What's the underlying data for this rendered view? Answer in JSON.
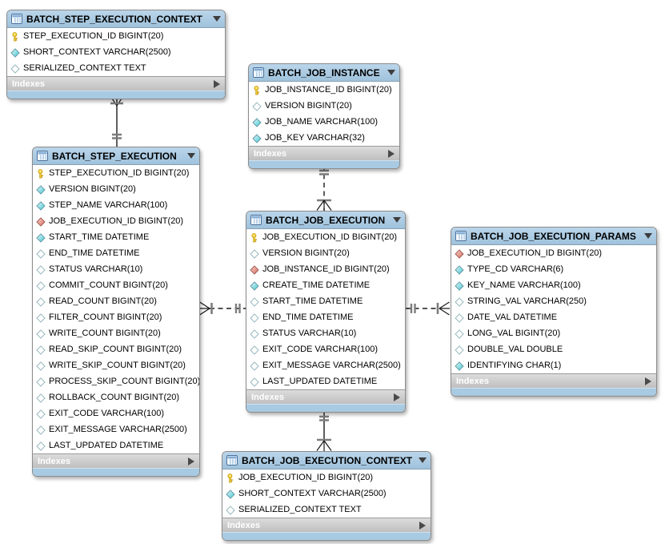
{
  "indexes_label": "Indexes",
  "colors": {
    "header_blue": "#a9c8e0",
    "footer_gray": "#c9c9c9",
    "bottom_strip_blue": "#a8cae2",
    "pk_icon_yellow": "#ffd53e",
    "fk_icon_red": "#d8695c",
    "notnull_icon_cyan": "#45c4d4"
  },
  "tables": [
    {
      "title": "BATCH_STEP_EXECUTION_CONTEXT",
      "fields": [
        {
          "icon": "pk",
          "name": "STEP_EXECUTION_ID",
          "type": "BIGINT(20)"
        },
        {
          "icon": "notnull",
          "name": "SHORT_CONTEXT",
          "type": "VARCHAR(2500)"
        },
        {
          "icon": "nullable",
          "name": "SERIALIZED_CONTEXT",
          "type": "TEXT"
        }
      ]
    },
    {
      "title": "BATCH_JOB_INSTANCE",
      "fields": [
        {
          "icon": "pk",
          "name": "JOB_INSTANCE_ID",
          "type": "BIGINT(20)"
        },
        {
          "icon": "nullable",
          "name": "VERSION",
          "type": "BIGINT(20)"
        },
        {
          "icon": "notnull",
          "name": "JOB_NAME",
          "type": "VARCHAR(100)"
        },
        {
          "icon": "notnull",
          "name": "JOB_KEY",
          "type": "VARCHAR(32)"
        }
      ]
    },
    {
      "title": "BATCH_STEP_EXECUTION",
      "fields": [
        {
          "icon": "pk",
          "name": "STEP_EXECUTION_ID",
          "type": "BIGINT(20)"
        },
        {
          "icon": "notnull",
          "name": "VERSION",
          "type": "BIGINT(20)"
        },
        {
          "icon": "notnull",
          "name": "STEP_NAME",
          "type": "VARCHAR(100)"
        },
        {
          "icon": "fk",
          "name": "JOB_EXECUTION_ID",
          "type": "BIGINT(20)"
        },
        {
          "icon": "notnull",
          "name": "START_TIME",
          "type": "DATETIME"
        },
        {
          "icon": "nullable",
          "name": "END_TIME",
          "type": "DATETIME"
        },
        {
          "icon": "nullable",
          "name": "STATUS",
          "type": "VARCHAR(10)"
        },
        {
          "icon": "nullable",
          "name": "COMMIT_COUNT",
          "type": "BIGINT(20)"
        },
        {
          "icon": "nullable",
          "name": "READ_COUNT",
          "type": "BIGINT(20)"
        },
        {
          "icon": "nullable",
          "name": "FILTER_COUNT",
          "type": "BIGINT(20)"
        },
        {
          "icon": "nullable",
          "name": "WRITE_COUNT",
          "type": "BIGINT(20)"
        },
        {
          "icon": "nullable",
          "name": "READ_SKIP_COUNT",
          "type": "BIGINT(20)"
        },
        {
          "icon": "nullable",
          "name": "WRITE_SKIP_COUNT",
          "type": "BIGINT(20)"
        },
        {
          "icon": "nullable",
          "name": "PROCESS_SKIP_COUNT",
          "type": "BIGINT(20)"
        },
        {
          "icon": "nullable",
          "name": "ROLLBACK_COUNT",
          "type": "BIGINT(20)"
        },
        {
          "icon": "nullable",
          "name": "EXIT_CODE",
          "type": "VARCHAR(100)"
        },
        {
          "icon": "nullable",
          "name": "EXIT_MESSAGE",
          "type": "VARCHAR(2500)"
        },
        {
          "icon": "nullable",
          "name": "LAST_UPDATED",
          "type": "DATETIME"
        }
      ]
    },
    {
      "title": "BATCH_JOB_EXECUTION",
      "fields": [
        {
          "icon": "pk",
          "name": "JOB_EXECUTION_ID",
          "type": "BIGINT(20)"
        },
        {
          "icon": "nullable",
          "name": "VERSION",
          "type": "BIGINT(20)"
        },
        {
          "icon": "fk",
          "name": "JOB_INSTANCE_ID",
          "type": "BIGINT(20)"
        },
        {
          "icon": "notnull",
          "name": "CREATE_TIME",
          "type": "DATETIME"
        },
        {
          "icon": "nullable",
          "name": "START_TIME",
          "type": "DATETIME"
        },
        {
          "icon": "nullable",
          "name": "END_TIME",
          "type": "DATETIME"
        },
        {
          "icon": "nullable",
          "name": "STATUS",
          "type": "VARCHAR(10)"
        },
        {
          "icon": "nullable",
          "name": "EXIT_CODE",
          "type": "VARCHAR(100)"
        },
        {
          "icon": "nullable",
          "name": "EXIT_MESSAGE",
          "type": "VARCHAR(2500)"
        },
        {
          "icon": "nullable",
          "name": "LAST_UPDATED",
          "type": "DATETIME"
        }
      ]
    },
    {
      "title": "BATCH_JOB_EXECUTION_PARAMS",
      "fields": [
        {
          "icon": "fk",
          "name": "JOB_EXECUTION_ID",
          "type": "BIGINT(20)"
        },
        {
          "icon": "notnull",
          "name": "TYPE_CD",
          "type": "VARCHAR(6)"
        },
        {
          "icon": "notnull",
          "name": "KEY_NAME",
          "type": "VARCHAR(100)"
        },
        {
          "icon": "nullable",
          "name": "STRING_VAL",
          "type": "VARCHAR(250)"
        },
        {
          "icon": "nullable",
          "name": "DATE_VAL",
          "type": "DATETIME"
        },
        {
          "icon": "nullable",
          "name": "LONG_VAL",
          "type": "BIGINT(20)"
        },
        {
          "icon": "nullable",
          "name": "DOUBLE_VAL",
          "type": "DOUBLE"
        },
        {
          "icon": "notnull",
          "name": "IDENTIFYING",
          "type": "CHAR(1)"
        }
      ]
    },
    {
      "title": "BATCH_JOB_EXECUTION_CONTEXT",
      "fields": [
        {
          "icon": "pk",
          "name": "JOB_EXECUTION_ID",
          "type": "BIGINT(20)"
        },
        {
          "icon": "notnull",
          "name": "SHORT_CONTEXT",
          "type": "VARCHAR(2500)"
        },
        {
          "icon": "nullable",
          "name": "SERIALIZED_CONTEXT",
          "type": "TEXT"
        }
      ]
    }
  ],
  "relationships": [
    {
      "from": "BATCH_STEP_EXECUTION",
      "to": "BATCH_STEP_EXECUTION_CONTEXT",
      "line": "solid",
      "one_end": "BATCH_STEP_EXECUTION",
      "many_end": "BATCH_STEP_EXECUTION_CONTEXT"
    },
    {
      "from": "BATCH_JOB_INSTANCE",
      "to": "BATCH_JOB_EXECUTION",
      "line": "dashed",
      "one_end": "BATCH_JOB_INSTANCE",
      "many_end": "BATCH_JOB_EXECUTION"
    },
    {
      "from": "BATCH_JOB_EXECUTION",
      "to": "BATCH_STEP_EXECUTION",
      "line": "dashed",
      "one_end": "BATCH_JOB_EXECUTION",
      "many_end": "BATCH_STEP_EXECUTION"
    },
    {
      "from": "BATCH_JOB_EXECUTION",
      "to": "BATCH_JOB_EXECUTION_PARAMS",
      "line": "dashed",
      "one_end": "BATCH_JOB_EXECUTION",
      "many_end": "BATCH_JOB_EXECUTION_PARAMS"
    },
    {
      "from": "BATCH_JOB_EXECUTION",
      "to": "BATCH_JOB_EXECUTION_CONTEXT",
      "line": "solid",
      "one_end": "BATCH_JOB_EXECUTION",
      "many_end": "BATCH_JOB_EXECUTION_CONTEXT"
    }
  ]
}
